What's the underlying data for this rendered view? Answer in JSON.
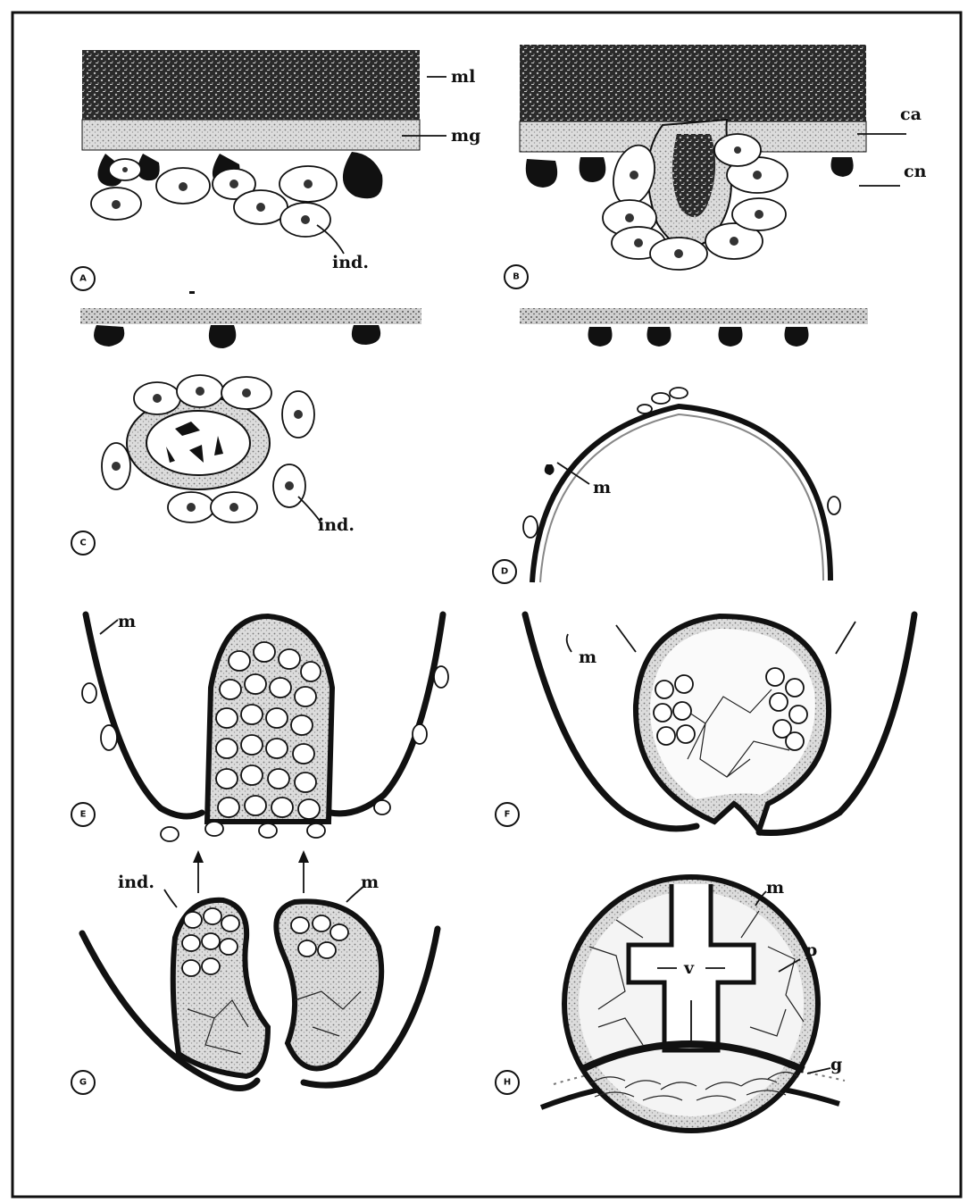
{
  "panels": [
    {
      "id": "A",
      "labels": [
        "ml",
        "mg",
        "ind."
      ]
    },
    {
      "id": "B",
      "labels": [
        "ca",
        "cn"
      ]
    },
    {
      "id": "C",
      "labels": [
        "ind."
      ]
    },
    {
      "id": "D",
      "labels": [
        "m"
      ]
    },
    {
      "id": "E",
      "labels": [
        "m"
      ]
    },
    {
      "id": "F",
      "labels": [
        "m"
      ]
    },
    {
      "id": "G",
      "labels": [
        "ind.",
        "m"
      ]
    },
    {
      "id": "H",
      "labels": [
        "m",
        "p",
        "v",
        "g"
      ]
    }
  ],
  "colors": {
    "ink": "#111111",
    "background": "#ffffff",
    "mesoglea_stipple": "#d9d9d9",
    "muscle_layer": "#3a3a3a"
  }
}
